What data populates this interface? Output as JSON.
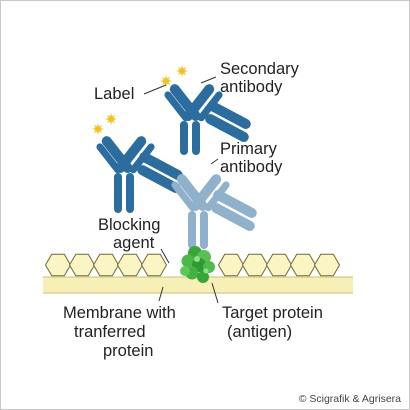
{
  "labels": {
    "label": "Label",
    "secondary_antibody": [
      "Secondary",
      "antibody"
    ],
    "primary_antibody": [
      "Primary",
      "antibody"
    ],
    "blocking_agent": [
      "Blocking",
      "agent"
    ],
    "membrane": [
      "Membrane with",
      "tranferred",
      "protein"
    ],
    "target_protein": [
      "Target protein",
      "(antigen)"
    ]
  },
  "copyright": "© Scigrafik & Agrisera",
  "colors": {
    "antibody_dark": "#2c6d9f",
    "antibody_light": "#8fb1cc",
    "label_star": "#f2c21a",
    "membrane_band": "#f6f0b6",
    "membrane_hex_fill": "#faf5c2",
    "antigen_green": "#46b545"
  }
}
